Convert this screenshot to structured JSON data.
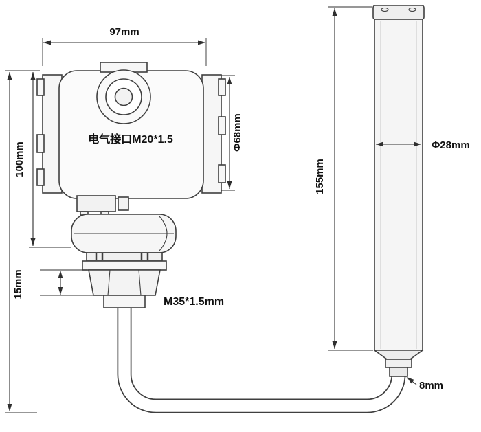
{
  "drawing": {
    "transmitter": {
      "width_dim": "97mm",
      "height_dim": "100mm",
      "body_diameter_dim": "Φ68mm",
      "electrical_port_label": "电气接口M20*1.5",
      "flange_thickness_dim": "15mm",
      "thread_label": "M35*1.5mm"
    },
    "probe": {
      "length_dim": "155mm",
      "diameter_dim": "Φ28mm",
      "cable_diameter_dim": "8mm"
    },
    "colors": {
      "line": "#3f3f3f",
      "dim": "#2f2f2f",
      "fill": "#f6f6f6",
      "bg": "#ffffff",
      "text": "#111111"
    }
  }
}
